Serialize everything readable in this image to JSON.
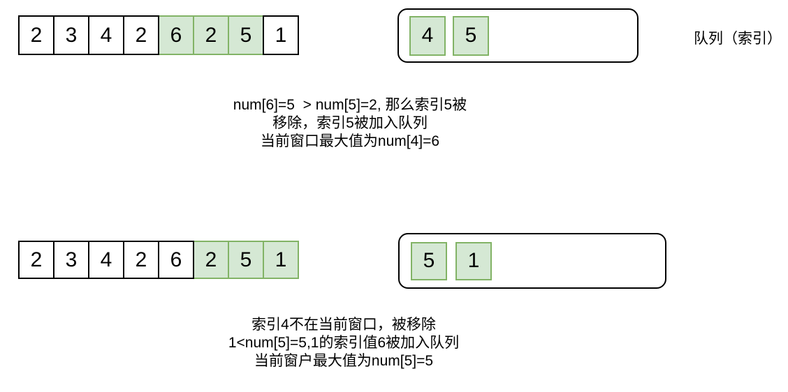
{
  "colors": {
    "highlight_fill": "#d5e8d4",
    "highlight_border": "#82b366",
    "cell_border": "#000000",
    "text": "#000000",
    "background": "#ffffff"
  },
  "queue_label": "队列（索引）",
  "steps": [
    {
      "array": {
        "values": [
          "2",
          "3",
          "4",
          "2",
          "6",
          "2",
          "5",
          "1"
        ],
        "highlighted_indices": [
          4,
          5,
          6
        ]
      },
      "queue": {
        "values": [
          "4",
          "5"
        ]
      },
      "caption_lines": [
        "num[6]=5  > num[5]=2, 那么索引5被",
        "移除，索引5被加入队列",
        "当前窗口最大值为num[4]=6"
      ]
    },
    {
      "array": {
        "values": [
          "2",
          "3",
          "4",
          "2",
          "6",
          "2",
          "5",
          "1"
        ],
        "highlighted_indices": [
          5,
          6,
          7
        ]
      },
      "queue": {
        "values": [
          "5",
          "1"
        ]
      },
      "caption_lines": [
        "索引4不在当前窗口，被移除",
        "1<num[5]=5,1的索引值6被加入队列",
        "当前窗户最大值为num[5]=5"
      ]
    }
  ]
}
